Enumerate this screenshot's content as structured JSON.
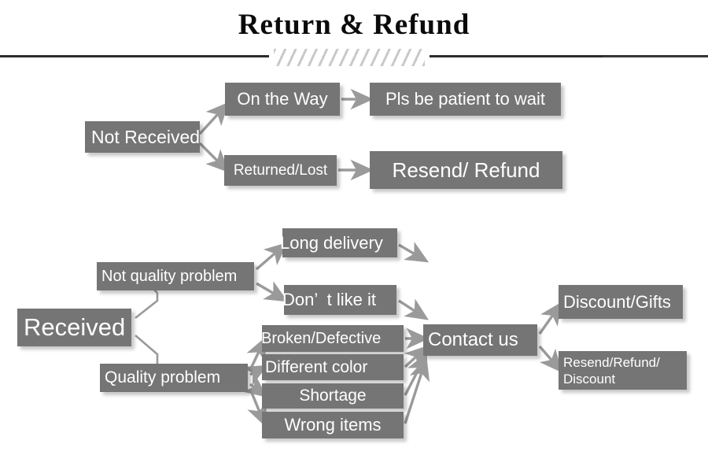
{
  "header": {
    "title": "Return & Refund",
    "divider_style": "rule-hatch-rule"
  },
  "palette": {
    "box_fill": "#757575",
    "box_text": "#ffffff",
    "arrow": "#9a9a9a",
    "rule": "#2b2b2b",
    "hatch": "#c9c9c9",
    "background": "#ffffff"
  },
  "flow": {
    "not_received_branch": {
      "root": "Not Received",
      "steps": [
        {
          "cause": "On the Way",
          "result": "Pls be patient to wait"
        },
        {
          "cause": "Returned/Lost",
          "result": "Resend/ Refund"
        }
      ]
    },
    "received_branch": {
      "root": "Received",
      "categories": [
        {
          "name": "Not quality problem",
          "reasons": [
            "Long delivery",
            "Don’  t like it"
          ]
        },
        {
          "name": "Quality problem",
          "reasons": [
            "Broken/Defective",
            "Different color",
            "Shortage",
            "Wrong items"
          ]
        }
      ],
      "funnel": "Contact us",
      "outcomes": [
        "Discount/Gifts",
        "Resend/Refund/\nDiscount"
      ]
    }
  }
}
